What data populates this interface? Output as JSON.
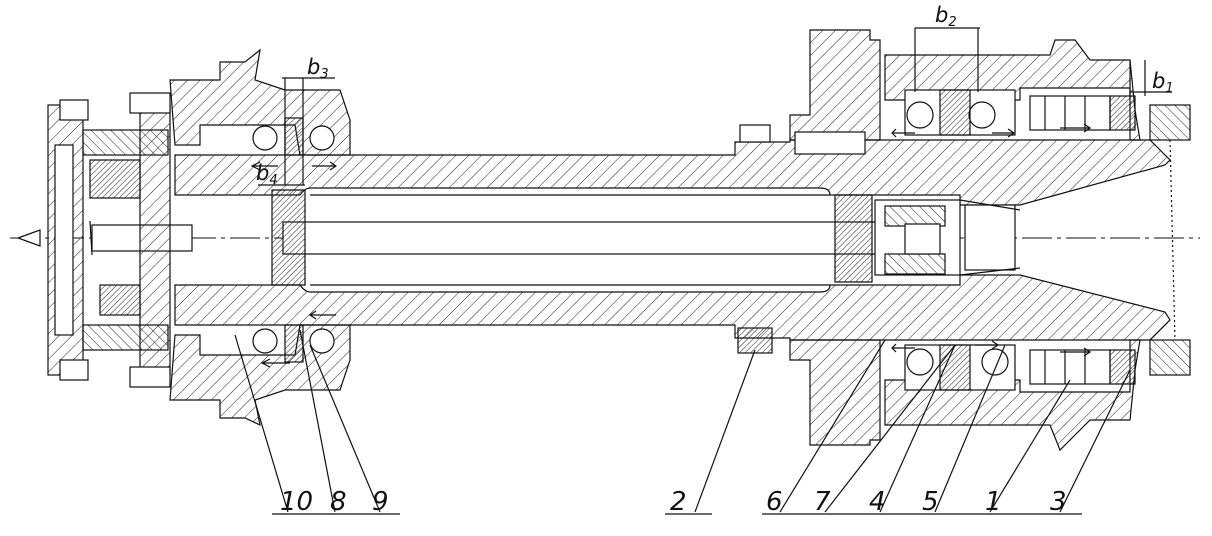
{
  "callouts": [
    {
      "id": "c10",
      "text": "10"
    },
    {
      "id": "c8",
      "text": "8"
    },
    {
      "id": "c9",
      "text": "9"
    },
    {
      "id": "c2",
      "text": "2"
    },
    {
      "id": "c6",
      "text": "6"
    },
    {
      "id": "c7",
      "text": "7"
    },
    {
      "id": "c4",
      "text": "4"
    },
    {
      "id": "c5",
      "text": "5"
    },
    {
      "id": "c1",
      "text": "1"
    },
    {
      "id": "c3",
      "text": "3"
    }
  ],
  "dimensions": [
    {
      "id": "b1",
      "letter": "b",
      "sub": "1"
    },
    {
      "id": "b2",
      "letter": "b",
      "sub": "2"
    },
    {
      "id": "b3",
      "letter": "b",
      "sub": "3"
    },
    {
      "id": "b4",
      "letter": "b",
      "sub": "4"
    }
  ],
  "colors": {
    "ink": "#111111",
    "paper": "#ffffff"
  }
}
